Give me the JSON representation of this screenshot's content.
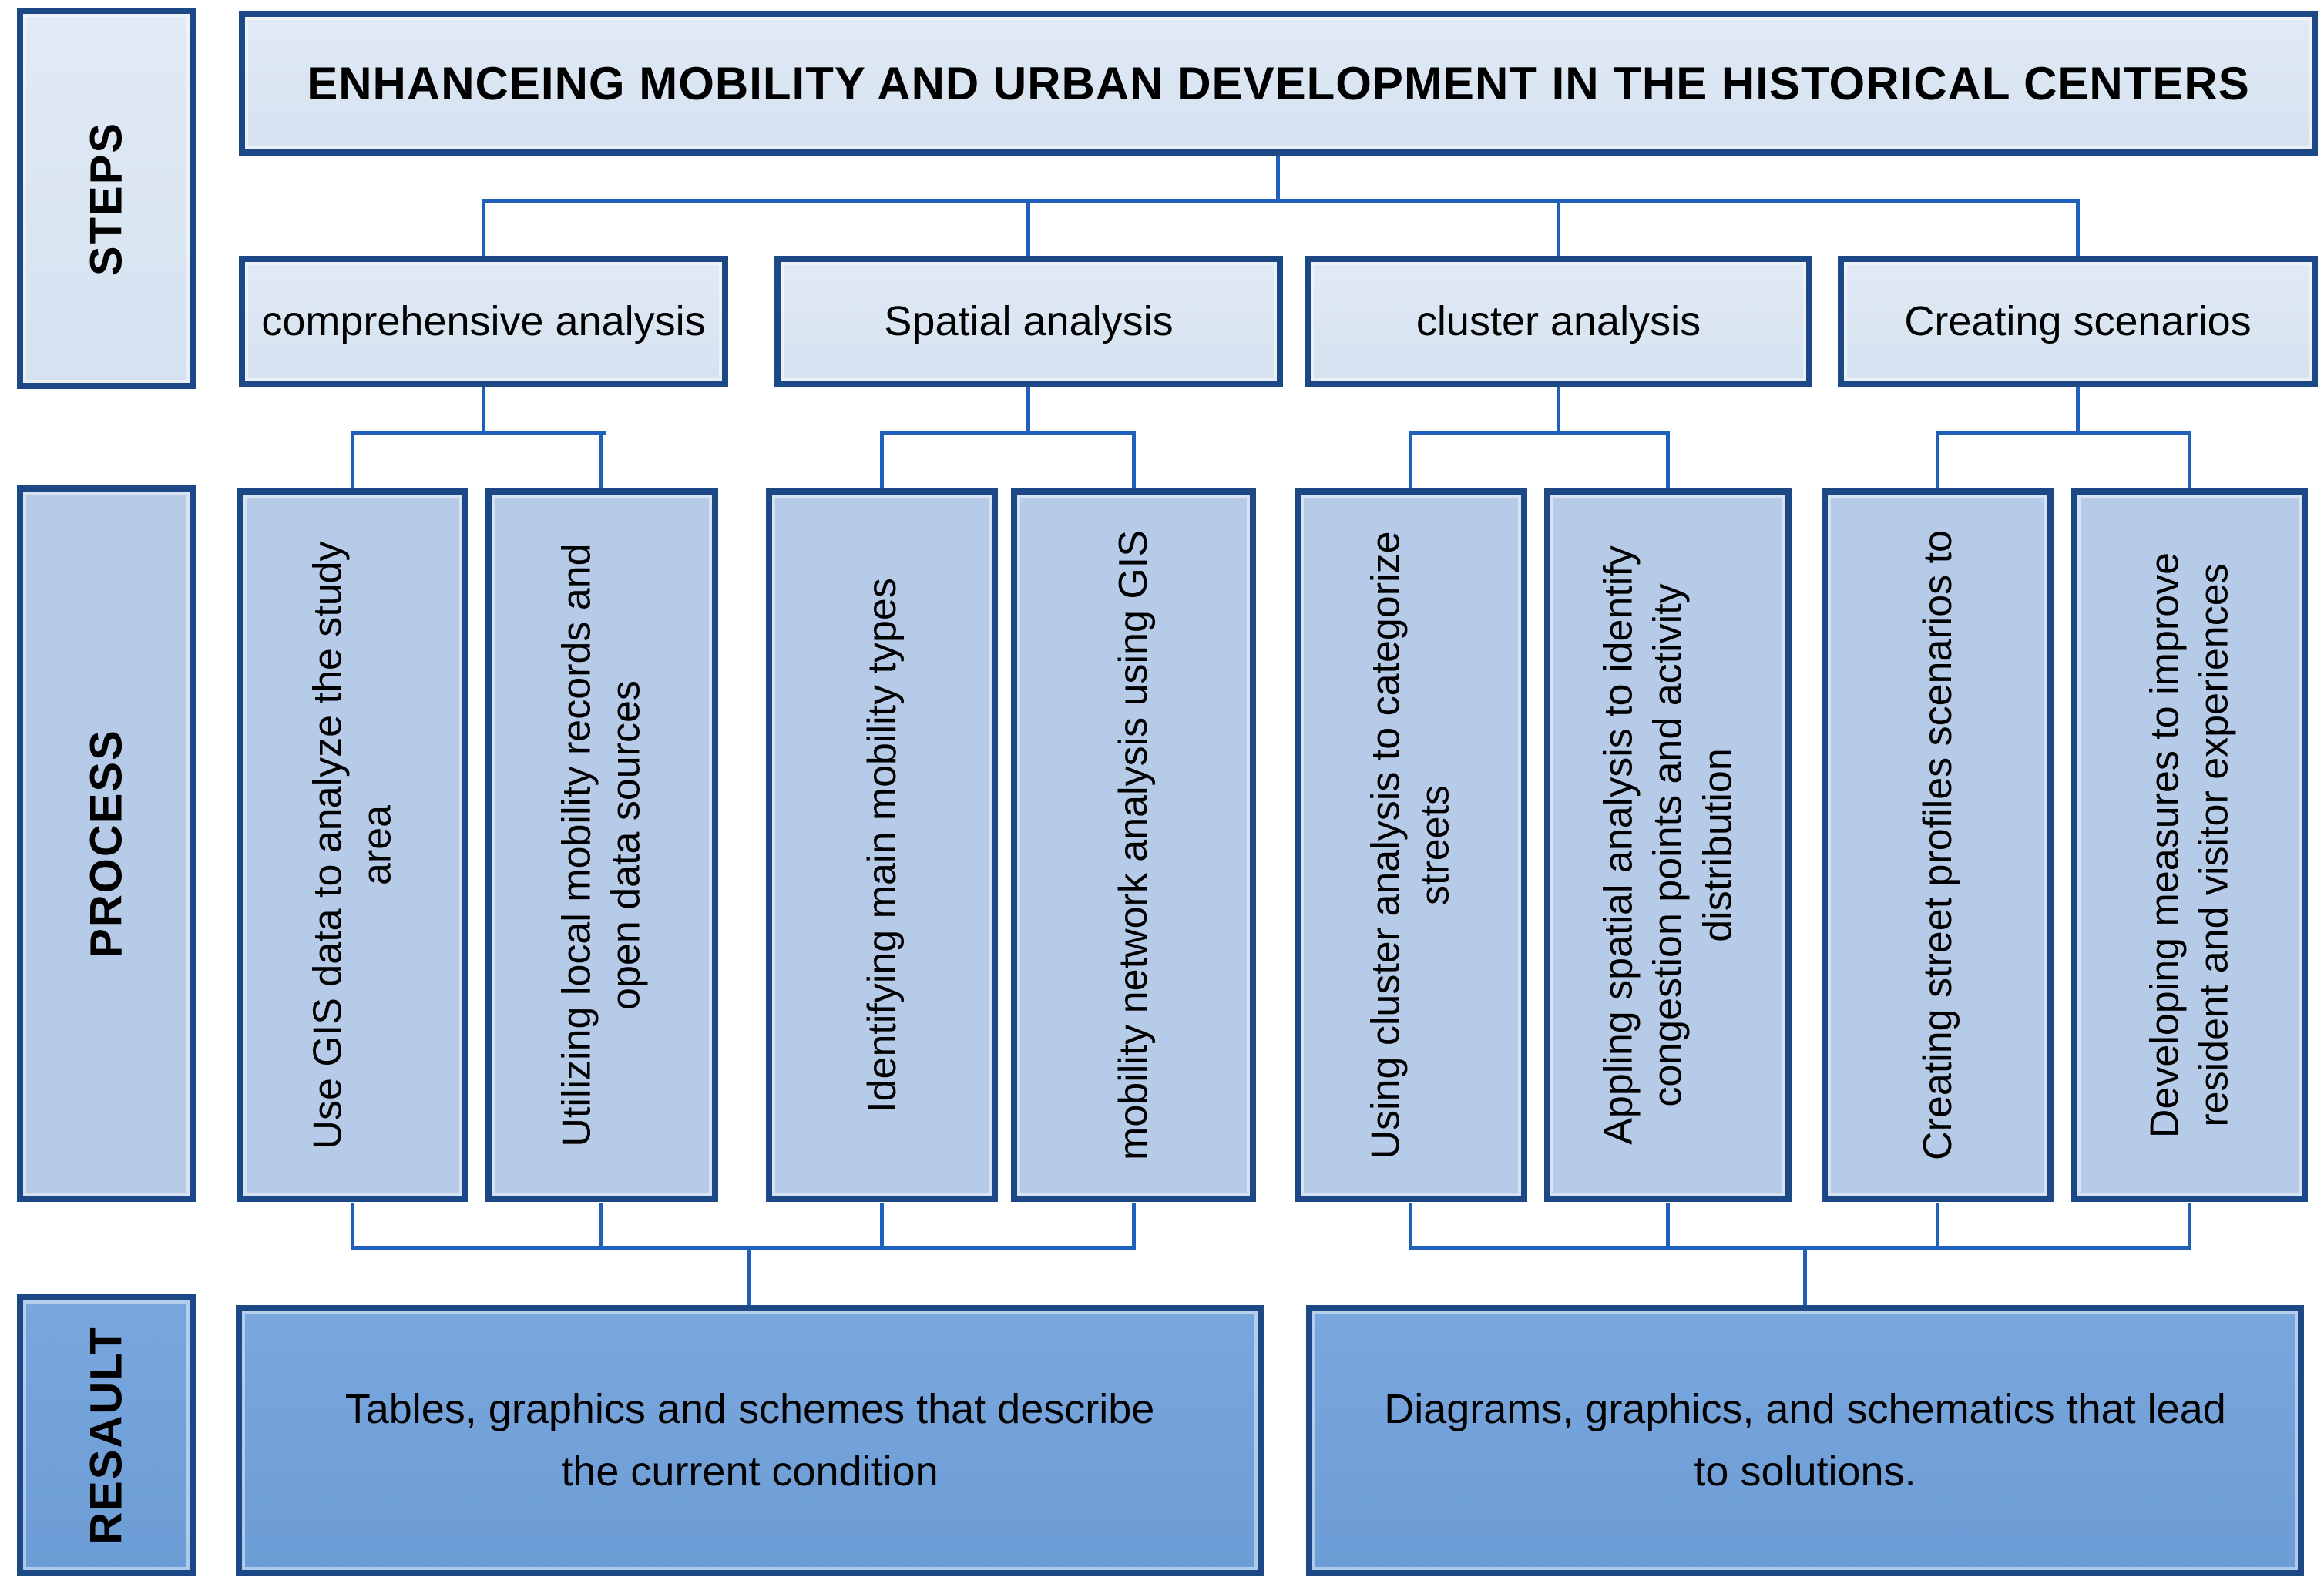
{
  "diagram": {
    "title": "ENHANCEING MOBILITY AND URBAN DEVELOPMENT IN THE HISTORICAL CENTERS",
    "row_labels": {
      "steps": "STEPS",
      "process": "PROCESS",
      "result": "RESAULT"
    },
    "columns": [
      {
        "step": "comprehensive analysis",
        "processes": [
          "Use GIS data to analyze the study area",
          "Utilizing local mobility records and open data sources"
        ]
      },
      {
        "step": "Spatial analysis",
        "processes": [
          "Identifying main mobility types",
          "mobility network analysis using GIS"
        ]
      },
      {
        "step": "cluster analysis",
        "processes": [
          "Using cluster analysis to categorize streets",
          "Appling spatial analysis to identify congestion points and activity distribution"
        ]
      },
      {
        "step": "Creating scenarios",
        "processes": [
          "Creating street profiles scenarios to",
          "Developing measures to improve resident and visitor experiences"
        ]
      }
    ],
    "results": [
      "Tables, graphics and schemes that describe the current condition",
      "Diagrams, graphics, and schematics that lead to solutions."
    ],
    "colors": {
      "box_border": "#1c4886",
      "connector_line": "#2060bb",
      "fill_light": "#dce6f2",
      "fill_medium": "#b6cbe7",
      "fill_dark": "#6f9fd8"
    }
  }
}
